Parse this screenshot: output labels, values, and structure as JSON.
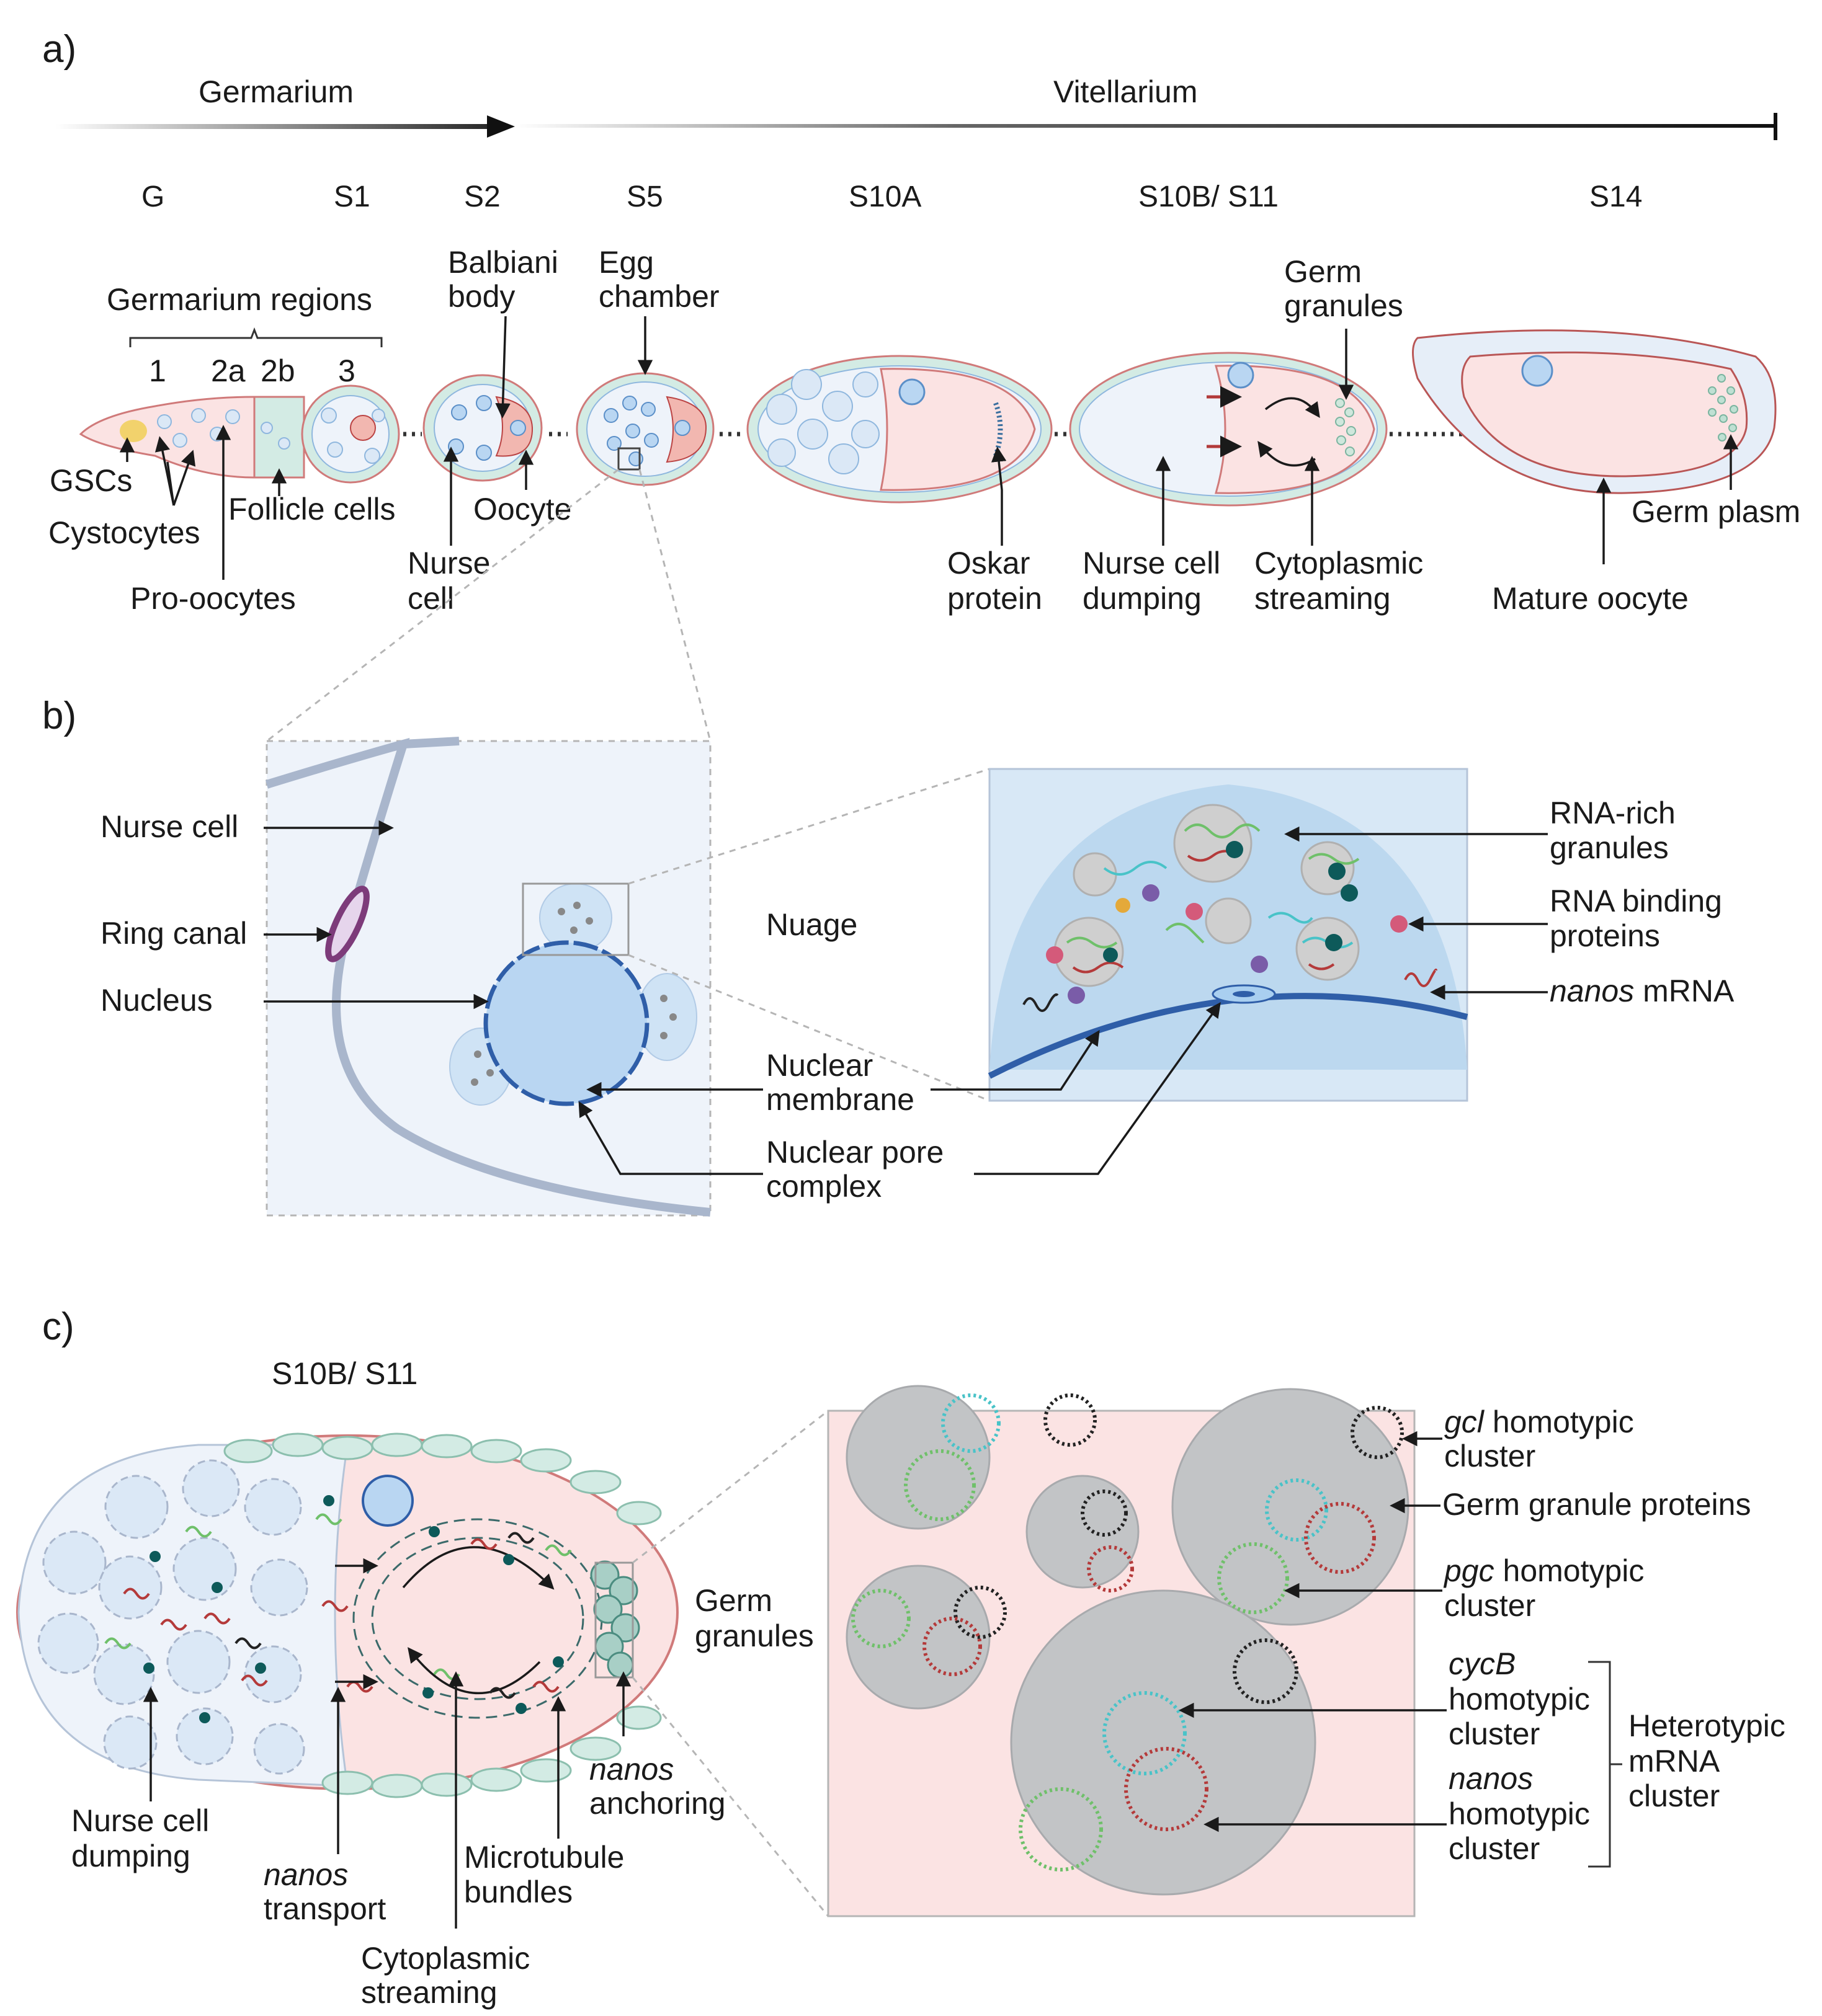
{
  "panels": {
    "a": "a)",
    "b": "b)",
    "c": "c)"
  },
  "timeline": {
    "germarium": "Germarium",
    "vitellarium": "Vitellarium",
    "stages": [
      "G",
      "S1",
      "S2",
      "S5",
      "S10A",
      "S10B/ S11",
      "S14"
    ]
  },
  "panel_a": {
    "germarium_regions": "Germarium regions",
    "region_numbers": [
      "1",
      "2a",
      "2b",
      "3"
    ],
    "gscs": "GSCs",
    "cystocytes": "Cystocytes",
    "pro_oocytes": "Pro-oocytes",
    "follicle_cells": "Follicle cells",
    "balbiani_1": "Balbiani",
    "balbiani_2": "body",
    "oocyte": "Oocyte",
    "nurse_cell_1": "Nurse",
    "nurse_cell_2": "cell",
    "egg_chamber_1": "Egg",
    "egg_chamber_2": "chamber",
    "oskar_1": "Oskar",
    "oskar_2": "protein",
    "ncd_1": "Nurse cell",
    "ncd_2": "dumping",
    "cs_1": "Cytoplasmic",
    "cs_2": "streaming",
    "germ_granules_1": "Germ",
    "germ_granules_2": "granules",
    "germ_plasm": "Germ plasm",
    "mature_oocyte": "Mature oocyte"
  },
  "panel_b": {
    "nurse_cell": "Nurse cell",
    "ring_canal": "Ring canal",
    "nucleus": "Nucleus",
    "nuage": "Nuage",
    "nuclear_membrane_1": "Nuclear",
    "nuclear_membrane_2": "membrane",
    "npc_1": "Nuclear pore",
    "npc_2": "complex",
    "rna_rich_1": "RNA-rich",
    "rna_rich_2": "granules",
    "rbp_1": "RNA binding",
    "rbp_2": "proteins",
    "nanos_italic": "nanos",
    "nanos_rest": " mRNA"
  },
  "panel_c": {
    "stage": "S10B/ S11",
    "germ_granules_1": "Germ",
    "germ_granules_2": "granules",
    "ncd_1": "Nurse cell",
    "ncd_2": "dumping",
    "nanos_transport_1": "nanos",
    "nanos_transport_2": "transport",
    "cs_1": "Cytoplasmic",
    "cs_2": "streaming",
    "mt_1": "Microtubule",
    "mt_2": "bundles",
    "nanos_anchor_1": "nanos",
    "nanos_anchor_2": "anchoring",
    "gcl_italic": "gcl",
    "gcl_rest": " homotypic",
    "gcl_2": "cluster",
    "ggp": "Germ granule proteins",
    "pgc_italic": "pgc",
    "pgc_rest": " homotypic",
    "pgc_2": "cluster",
    "cycb_1": "cycB",
    "cycb_2": "homotypic",
    "cycb_3": "cluster",
    "nanos_1": "nanos",
    "nanos_2": "homotypic",
    "nanos_3": "cluster",
    "hetero_1": "Heterotypic",
    "hetero_2": "mRNA",
    "hetero_3": "cluster"
  },
  "colors": {
    "nurse_cytoplasm": "#eef3fa",
    "oocyte_cytoplasm": "#fbe3e3",
    "follicle_cells": "#d3ebe4",
    "nucleus": "#b9d6f2",
    "nuage": "#cfe3f5",
    "membrane": "#2f5ea8",
    "ring_canal": "#7d3b7a",
    "mrna_red": "#b43a3a",
    "mrna_green": "#6fc06a",
    "mrna_cyan": "#49c3c8",
    "mrna_black": "#222222"
  }
}
